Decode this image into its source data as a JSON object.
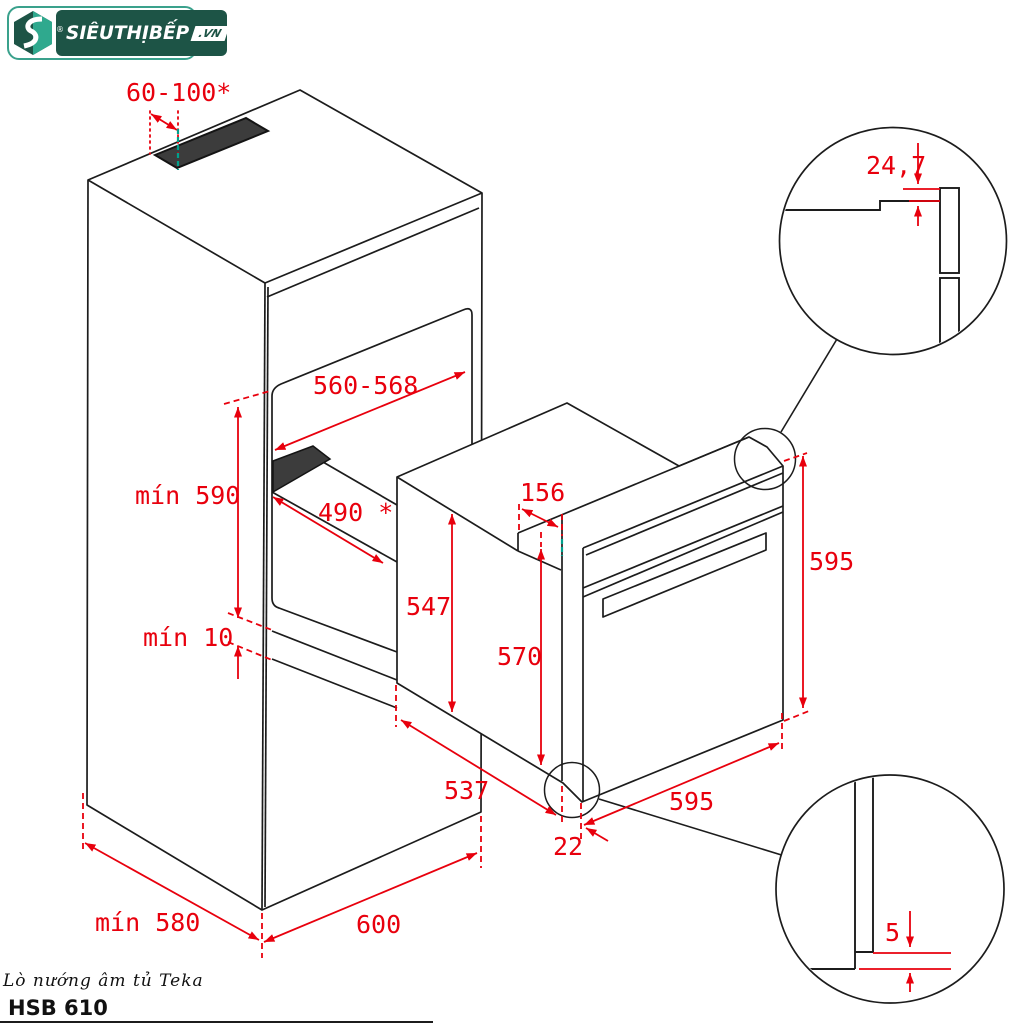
{
  "logo": {
    "reg_mark": "®",
    "brand": "SIÊUTHỊBẾP",
    "tld": ".VN"
  },
  "product": {
    "name": "Lò nướng âm tủ Teka",
    "model": "HSB 610"
  },
  "dimensions": {
    "vent_width": "60-100*",
    "niche_width": "560-568",
    "niche_height_min": "mín 590",
    "niche_depth": "490 *",
    "bottom_gap_min": "mín 10",
    "top_recess_depth": "156",
    "body_height": "547",
    "front_height": "570",
    "door_height": "595",
    "body_depth": "537",
    "door_width": "595",
    "door_overhang": "22",
    "cabinet_depth_min": "mín 580",
    "cabinet_width": "600",
    "detail_top_step": "24,7",
    "detail_bottom_gap": "5"
  },
  "colors": {
    "dimension_red": "#e8000d",
    "drawing_black": "#1c1c1c",
    "accent_teal": "#00a08c",
    "logo_dark_green": "#1d5446",
    "logo_teal": "#2fa98e"
  }
}
